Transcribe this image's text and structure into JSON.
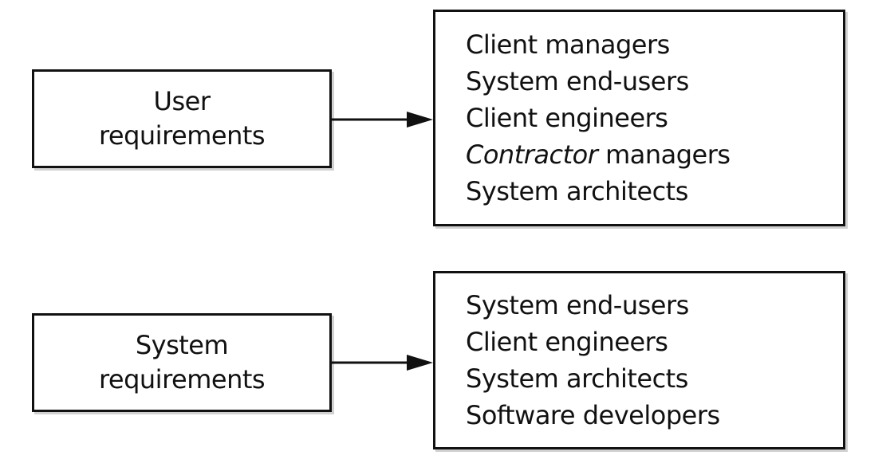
{
  "diagram": {
    "user_requirements": {
      "label_line1": "User",
      "label_line2": "requirements",
      "readers": [
        {
          "name": "Client managers",
          "italic_part": "",
          "rest": ""
        },
        {
          "name": "System end-users",
          "italic_part": "",
          "rest": ""
        },
        {
          "name": "Client engineers",
          "italic_part": "",
          "rest": ""
        },
        {
          "name": "",
          "italic_part": "Contractor",
          "rest": " managers"
        },
        {
          "name": "System architects",
          "italic_part": "",
          "rest": ""
        }
      ]
    },
    "system_requirements": {
      "label_line1": "System",
      "label_line2": "requirements",
      "readers": [
        {
          "name": "System end-users"
        },
        {
          "name": "Client engineers"
        },
        {
          "name": "System architects"
        },
        {
          "name": "Software developers"
        }
      ]
    }
  }
}
